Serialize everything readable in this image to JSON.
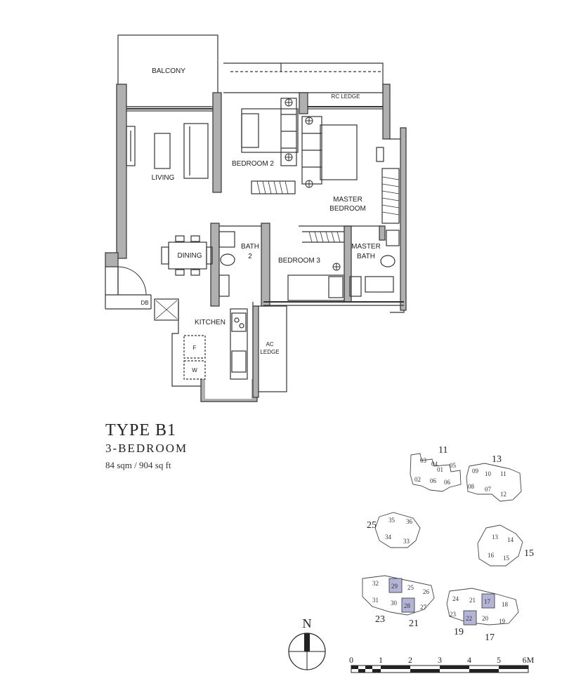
{
  "plan": {
    "rooms": {
      "balcony": "BALCONY",
      "rc_ledge": "RC LEDGE",
      "bedroom2": "BEDROOM 2",
      "living": "LIVING",
      "master_bedroom_1": "MASTER",
      "master_bedroom_2": "BEDROOM",
      "dining": "DINING",
      "bath2_1": "BATH",
      "bath2_2": "2",
      "bedroom3": "BEDROOM 3",
      "master_bath_1": "MASTER",
      "master_bath_2": "BATH",
      "db": "DB",
      "kitchen": "KITCHEN",
      "ac_ledge_1": "AC",
      "ac_ledge_2": "LEDGE",
      "fridge": "F",
      "washer": "W"
    }
  },
  "unit": {
    "type": "TYPE B1",
    "bedrooms": "3-BEDROOM",
    "area": "84 sqm / 904 sq ft"
  },
  "keyplan": {
    "block_labels": [
      "11",
      "13",
      "25",
      "15",
      "23",
      "21",
      "19",
      "17"
    ],
    "units": [
      "03",
      "04",
      "05",
      "01",
      "06",
      "02",
      "06",
      "09",
      "10",
      "11",
      "08",
      "07",
      "12",
      "35",
      "36",
      "34",
      "33",
      "13",
      "14",
      "16",
      "15",
      "32",
      "29",
      "25",
      "26",
      "31",
      "30",
      "28",
      "27",
      "24",
      "21",
      "17",
      "18",
      "23",
      "22",
      "20",
      "19"
    ],
    "highlight_color": "#b4b4d8"
  },
  "compass": {
    "label": "N"
  },
  "scale": {
    "ticks": [
      "0",
      "1",
      "2",
      "3",
      "4",
      "5",
      "6M"
    ]
  }
}
